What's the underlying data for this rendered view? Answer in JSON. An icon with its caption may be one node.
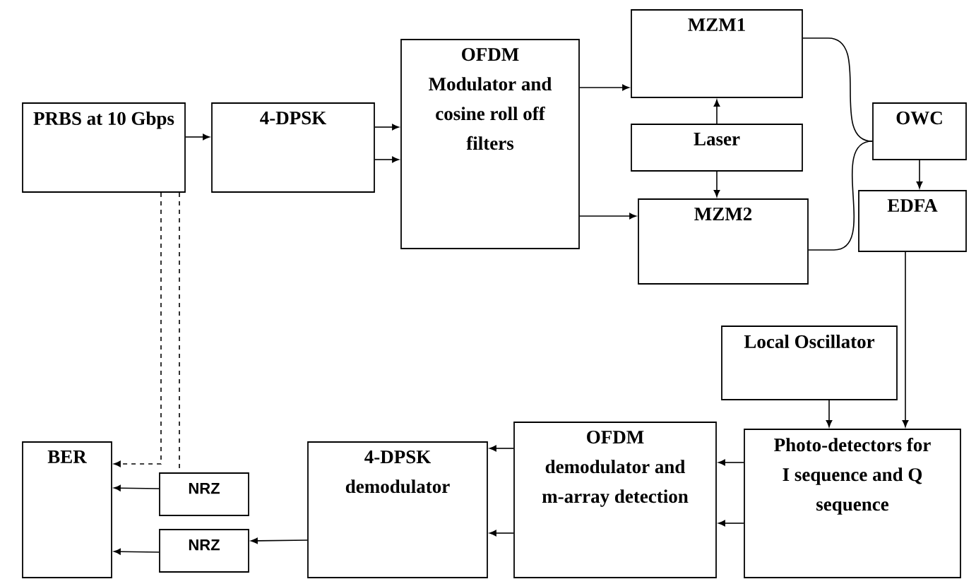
{
  "diagram": {
    "nodes": [
      {
        "text": [
          "PRBS at 10 Gbps"
        ]
      },
      {
        "text": [
          "4-DPSK"
        ]
      },
      {
        "text": [
          "OFDM Modulator and cosine roll off filters"
        ]
      },
      {
        "text": [
          "MZM1"
        ]
      },
      {
        "text": [
          "Laser"
        ]
      },
      {
        "text": [
          "MZM2"
        ]
      },
      {
        "text": [
          "OWC"
        ]
      },
      {
        "text": [
          "EDFA"
        ]
      },
      {
        "text": [
          "Local Oscillator"
        ]
      },
      {
        "text": [
          "Photo-detectors for I sequence and Q sequence"
        ]
      },
      {
        "text": [
          "OFDM demodulator and m-array detection"
        ]
      },
      {
        "text": [
          "4-DPSK demodulator"
        ]
      },
      {
        "text": [
          "BER"
        ]
      },
      {
        "text": [
          "NRZ"
        ]
      },
      {
        "text": [
          "NRZ"
        ]
      }
    ],
    "edges": [
      {
        "from": 0,
        "to": 1,
        "arrow": "to"
      },
      {
        "from": 1,
        "to": 2,
        "arrow": "to"
      },
      {
        "from": 1,
        "to": 2,
        "arrow": "to"
      },
      {
        "from": 2,
        "to": 3,
        "arrow": "to"
      },
      {
        "from": 2,
        "to": 5,
        "arrow": "to"
      },
      {
        "from": 4,
        "to": 3,
        "arrow": "to"
      },
      {
        "from": 4,
        "to": 5,
        "arrow": "to"
      },
      {
        "from": 3,
        "to": 6,
        "arrow": "none"
      },
      {
        "from": 5,
        "to": 6,
        "arrow": "none"
      },
      {
        "from": 6,
        "to": 7,
        "arrow": "to"
      },
      {
        "from": 7,
        "to": 9,
        "arrow": "to"
      },
      {
        "from": 8,
        "to": 9,
        "arrow": "to"
      },
      {
        "from": 9,
        "to": 10,
        "arrow": "to"
      },
      {
        "from": 9,
        "to": 10,
        "arrow": "to"
      },
      {
        "from": 10,
        "to": 11,
        "arrow": "to"
      },
      {
        "from": 10,
        "to": 11,
        "arrow": "to"
      },
      {
        "from": 11,
        "to": 14,
        "arrow": "to"
      },
      {
        "from": 14,
        "to": 12,
        "arrow": "to"
      },
      {
        "from": 13,
        "to": 12,
        "arrow": "to"
      },
      {
        "from": 0,
        "to": 12,
        "arrow": "to",
        "style": "dashed"
      },
      {
        "from": 0,
        "to": 13,
        "arrow": "none",
        "style": "dashed"
      }
    ]
  }
}
